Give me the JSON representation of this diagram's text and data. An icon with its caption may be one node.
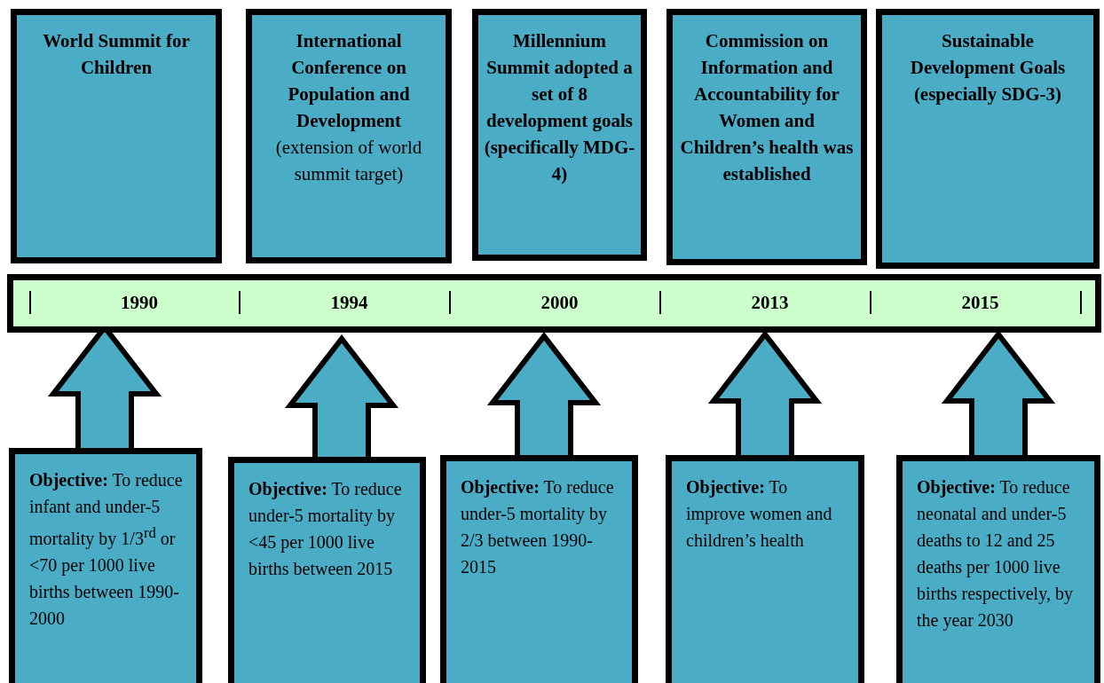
{
  "diagram": {
    "nodes": [
      {
        "text": [
          "World Summit for Children"
        ]
      },
      {
        "text": [
          "International Conference on Population and Development",
          "(extension of world summit target)"
        ]
      },
      {
        "text": [
          "Millennium Summit adopted a set of 8 development goals (specifically MDG-4)"
        ]
      },
      {
        "text": [
          "Commission on Information and Accountability for Women and Children’s health was established"
        ]
      },
      {
        "text": [
          "Sustainable Development Goals (especially SDG-3)"
        ]
      },
      {
        "text": [],
        "shape": "bar"
      },
      {
        "text": [
          "1990"
        ],
        "in": 5
      },
      {
        "text": [
          "1994"
        ],
        "in": 5
      },
      {
        "text": [
          "2000"
        ],
        "in": 5
      },
      {
        "text": [
          "2013"
        ],
        "in": 5
      },
      {
        "text": [
          "2015"
        ],
        "in": 5
      },
      {
        "text": [
          "**Objective:** To reduce infant and under-5 mortality by 1/3$^{rd}$ or <70 per 1000 live births between 1990-2000"
        ]
      },
      {
        "text": [
          "**Objective:** To reduce under-5 mortality by <45 per 1000 live births between 2015"
        ]
      },
      {
        "text": [
          "**Objective:** To reduce under-5 mortality by 2/3 between 1990-2015"
        ]
      },
      {
        "text": [
          "**Objective:** To improve women and children’s health"
        ]
      },
      {
        "text": [
          "**Objective:** To reduce neonatal and under-5 deaths to 12 and 25 deaths per 1000 live births respectively, by the year 2030"
        ]
      }
    ],
    "edges": [
      {
        "from": 11,
        "to": 6,
        "arrow": "to"
      },
      {
        "from": 12,
        "to": 7,
        "arrow": "to"
      },
      {
        "from": 13,
        "to": 8,
        "arrow": "to"
      },
      {
        "from": 14,
        "to": 9,
        "arrow": "to"
      },
      {
        "from": 15,
        "to": 10,
        "arrow": "to"
      }
    ]
  }
}
